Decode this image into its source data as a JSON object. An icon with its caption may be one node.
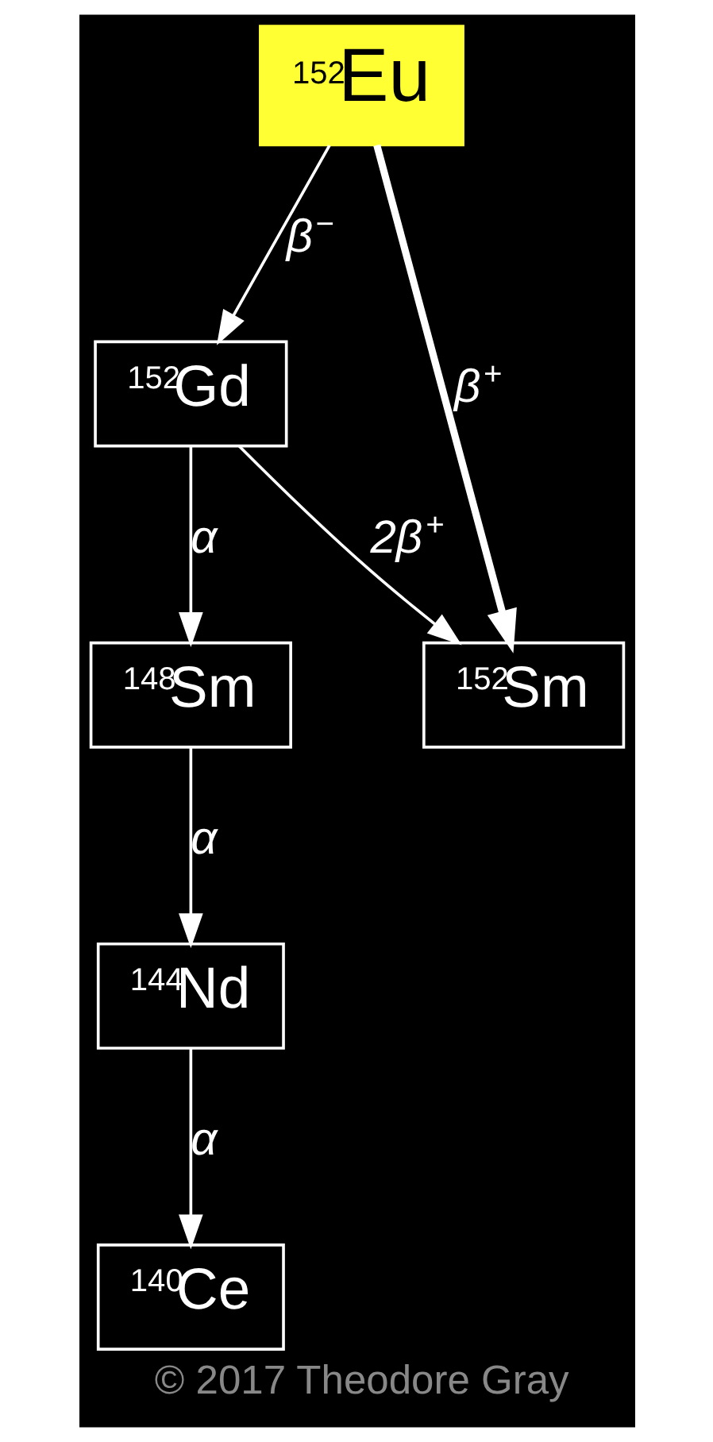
{
  "diagram": {
    "caption": "© 2017 Theodore Gray",
    "nodes": [
      {
        "text": [
          "$^{152}$Eu"
        ]
      },
      {
        "text": [
          "$^{152}$Gd"
        ]
      },
      {
        "text": [
          "$^{152}$Sm"
        ]
      },
      {
        "text": [
          "$^{148}$Sm"
        ]
      },
      {
        "text": [
          "$^{144}$Nd"
        ]
      },
      {
        "text": [
          "$^{140}$Ce"
        ]
      }
    ],
    "edges": [
      {
        "from": 0,
        "to": 2,
        "arrow": "to",
        "label": "β$^{+}$",
        "style": "thick"
      },
      {
        "from": 0,
        "to": 1,
        "arrow": "to",
        "label": "β$^{−}$"
      },
      {
        "from": 1,
        "to": 2,
        "arrow": "to",
        "label": "2β$^{+}$"
      },
      {
        "from": 1,
        "to": 3,
        "arrow": "to",
        "label": "α"
      },
      {
        "from": 3,
        "to": 4,
        "arrow": "to",
        "label": "α"
      },
      {
        "from": 4,
        "to": 5,
        "arrow": "to",
        "label": "α"
      }
    ]
  }
}
